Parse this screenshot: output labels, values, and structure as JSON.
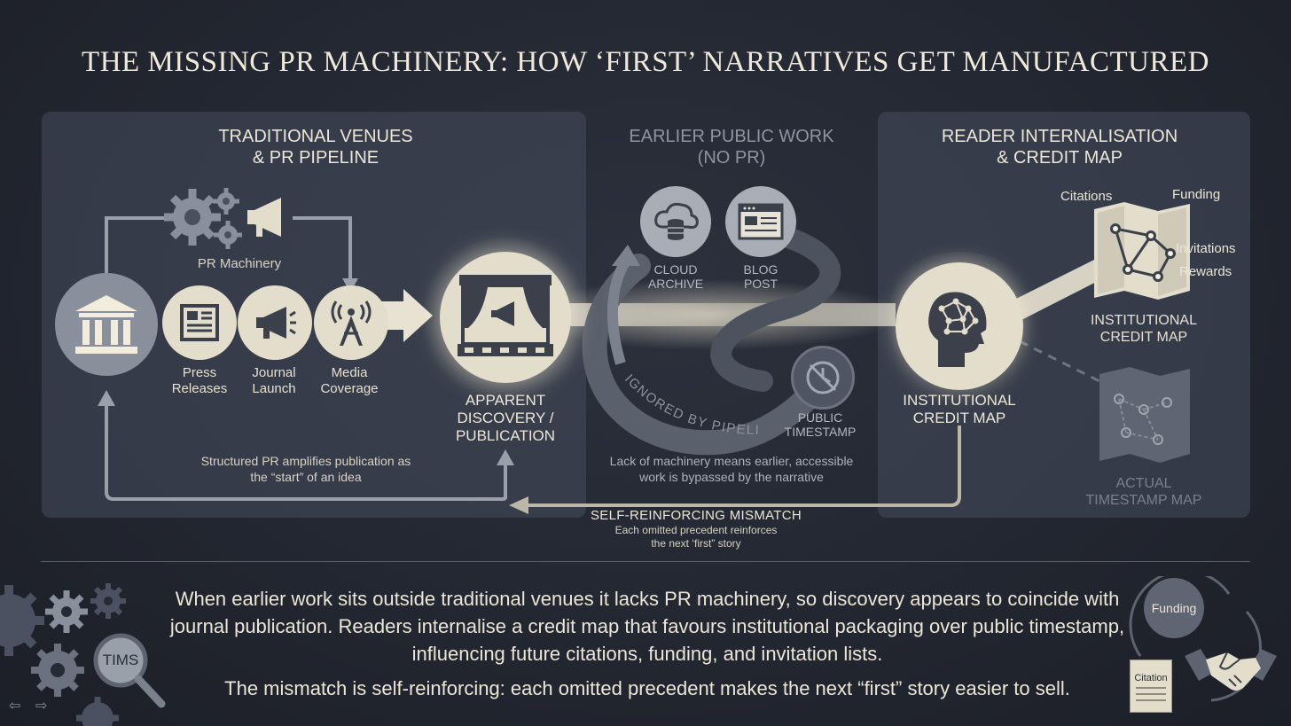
{
  "title": "THE MISSING PR MACHINERY: HOW ‘FIRST’ NARRATIVES GET MANUFACTURED",
  "left_panel": {
    "title_line1": "TRADITIONAL VENUES",
    "title_line2": "& PR PIPELINE",
    "pr_machinery": "PR Machinery",
    "press_releases_1": "Press",
    "press_releases_2": "Releases",
    "journal_launch_1": "Journal",
    "journal_launch_2": "Launch",
    "media_coverage_1": "Media",
    "media_coverage_2": "Coverage",
    "caption_1": "Structured PR amplifies publication as",
    "caption_2": "the “start” of an idea"
  },
  "center": {
    "apparent_1": "APPARENT",
    "apparent_2": "DISCOVERY /",
    "apparent_3": "PUBLICATION"
  },
  "middle_panel": {
    "title_line1": "EARLIER PUBLIC WORK",
    "title_line2": "(NO PR)",
    "cloud_1": "CLOUD",
    "cloud_2": "ARCHIVE",
    "blog_1": "BLOG",
    "blog_2": "POST",
    "ignored": "IGNORED BY PIPELINE",
    "timestamp_1": "PUBLIC",
    "timestamp_2": "TIMESTAMP",
    "caption_1": "Lack of machinery means earlier, accessible",
    "caption_2": "work is bypassed by the narrative"
  },
  "right_panel": {
    "title_line1": "READER INTERNALISATION",
    "title_line2": "& CREDIT MAP",
    "citations": "Citations",
    "funding": "Funding",
    "invitations": "Invitations",
    "rewards": "Rewards",
    "inst_map_1": "INSTITUTIONAL",
    "inst_map_2": "CREDIT MAP",
    "head_label_1": "INSTITUTIONAL",
    "head_label_2": "CREDIT MAP",
    "actual_1": "ACTUAL",
    "actual_2": "TIMESTAMP MAP"
  },
  "mismatch": {
    "title": "SELF-REINFORCING MISMATCH",
    "line1": "Each omitted precedent reinforces",
    "line2": "the next ‘first” story"
  },
  "bottom": {
    "paragraph": "When earlier work sits outside traditional venues it lacks PR machinery, so discovery appears to coincide with journal publication. Readers internalise a credit map that favours institutional packaging over public timestamp, influencing future citations, funding, and invitation lists.",
    "paragraph2": "The mismatch is self-reinforcing: each omitted precedent makes the next “first” story easier to sell.",
    "tims": "TIMS",
    "funding_badge": "Funding",
    "citation_badge": "Citation"
  },
  "colors": {
    "cream": "#e3ddcc",
    "panel": "#464d5c",
    "accent_gray": "#8a909b"
  },
  "icons": [
    "gear-icon",
    "megaphone-icon",
    "bank-icon",
    "newspaper-icon",
    "antenna-icon",
    "stage-icon",
    "cloud-database-icon",
    "browser-icon",
    "clock-icon",
    "brain-icon",
    "map-icon",
    "magnifier-icon",
    "handshake-icon",
    "document-icon",
    "arrow-left-icon",
    "arrow-right-icon"
  ]
}
